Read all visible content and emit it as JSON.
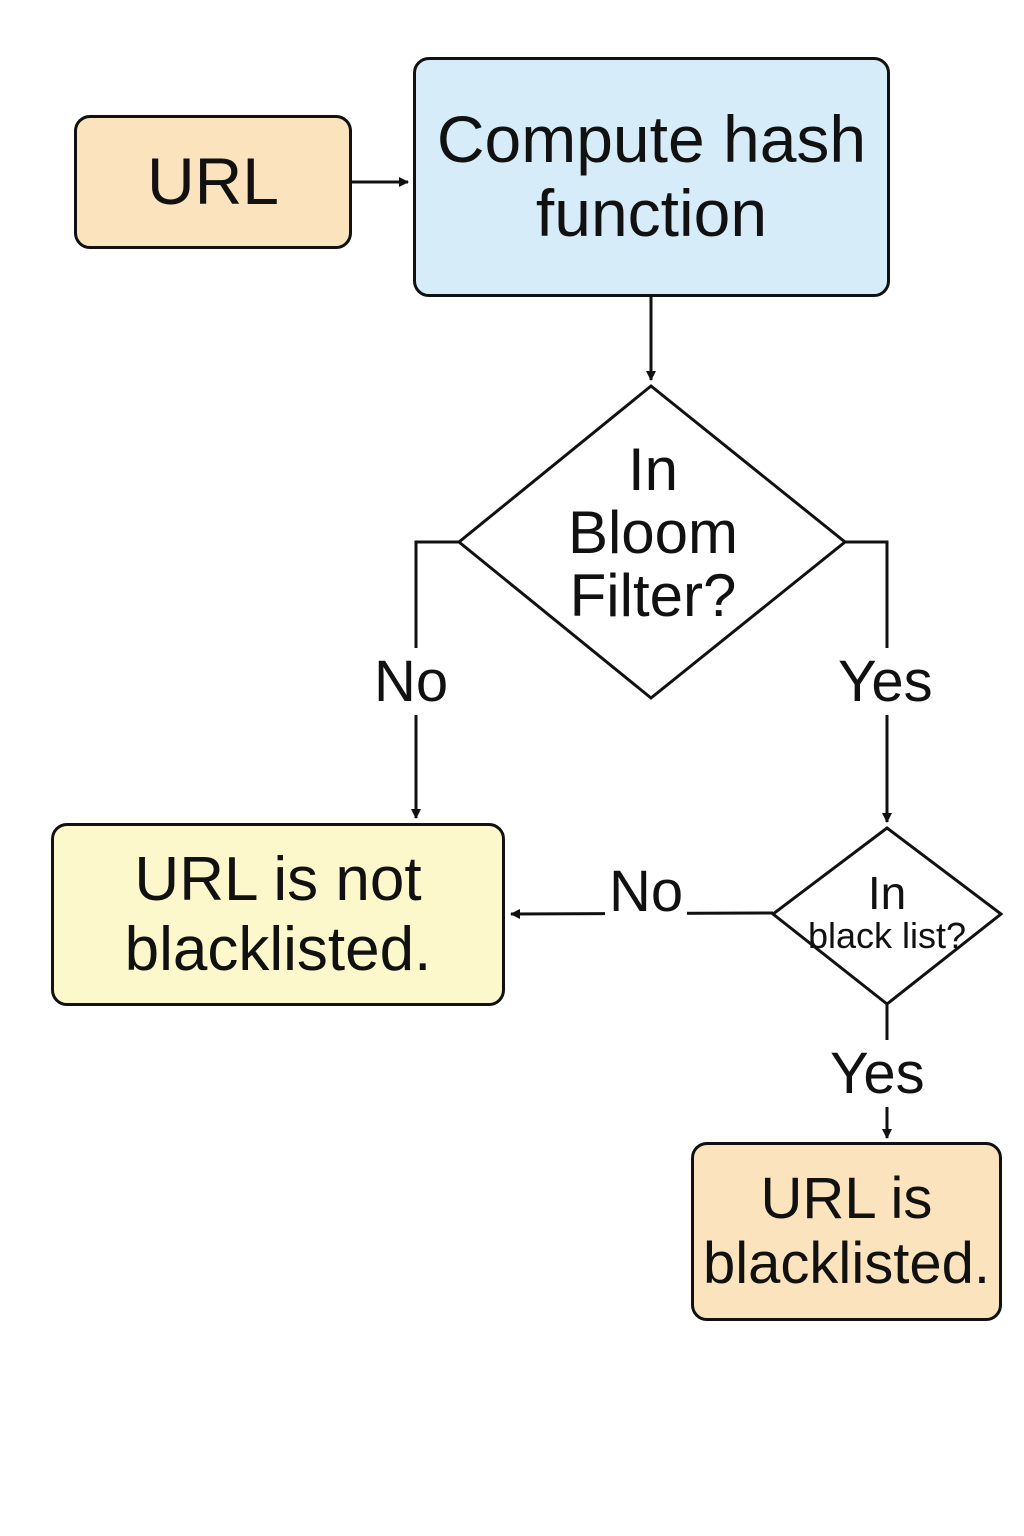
{
  "nodes": {
    "url": {
      "label": "URL",
      "color": "#fbe3bd"
    },
    "hash": {
      "label": "Compute hash function",
      "color": "#d6ecf8"
    },
    "bloom": {
      "label_line1": "In",
      "label_line2": "Bloom",
      "label_line3": "Filter?"
    },
    "blacklist_check": {
      "label_line1": "In",
      "label_line2": "black list?"
    },
    "not_blacklisted": {
      "label_line1": "URL is not",
      "label_line2": "blacklisted.",
      "color": "#fdf7cc"
    },
    "blacklisted": {
      "label_line1": "URL is",
      "label_line2": "blacklisted.",
      "color": "#fbe3bd"
    }
  },
  "edges": {
    "bloom_no": "No",
    "bloom_yes": "Yes",
    "list_no": "No",
    "list_yes": "Yes"
  }
}
